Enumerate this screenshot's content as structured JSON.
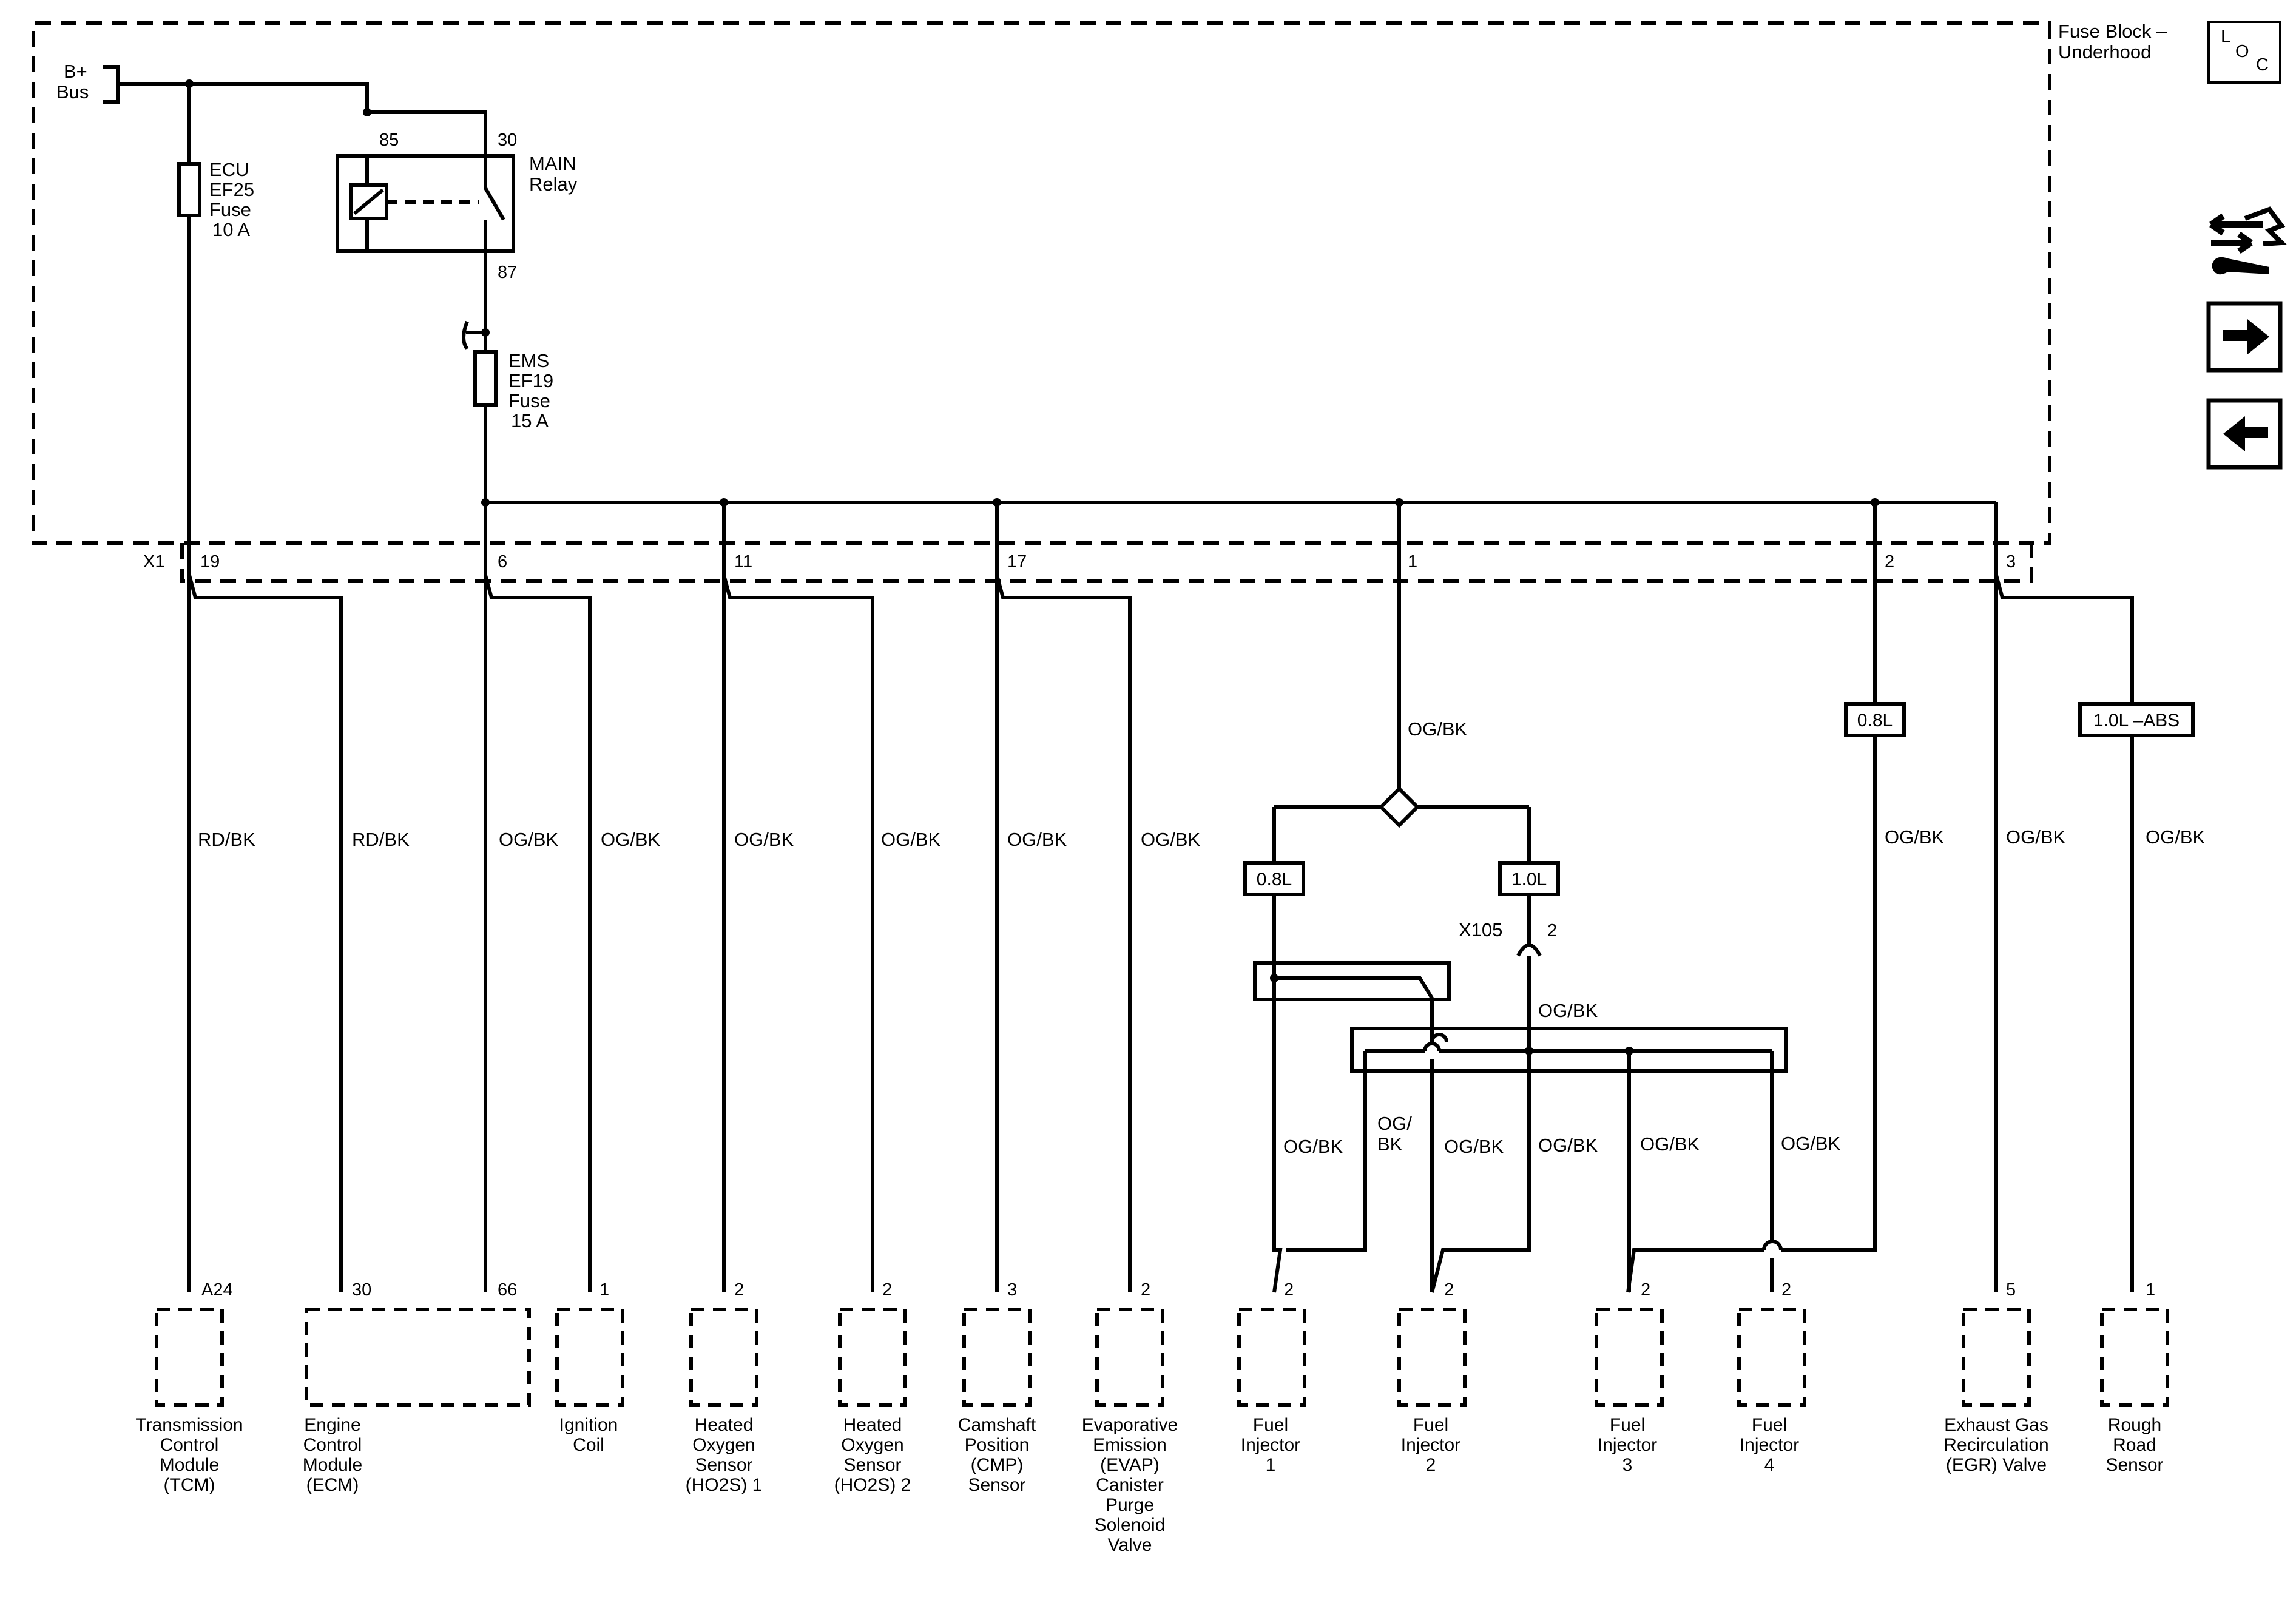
{
  "fuse_block": {
    "title_line1": "Fuse Block –",
    "title_line2": "Underhood"
  },
  "bplus": {
    "line1": "B+",
    "line2": "Bus"
  },
  "ecu_fuse": {
    "line1": "ECU",
    "line2": "EF25",
    "line3": "Fuse",
    "line4": "10 A"
  },
  "ems_fuse": {
    "line1": "EMS",
    "line2": "EF19",
    "line3": "Fuse",
    "line4": "15 A"
  },
  "relay": {
    "line1": "MAIN",
    "line2": "Relay",
    "pin85": "85",
    "pin30": "30",
    "pin87": "87"
  },
  "connector_x1": "X1",
  "x1_pins": {
    "p19": "19",
    "p6": "6",
    "p11": "11",
    "p17": "17",
    "p1": "1",
    "p2": "2",
    "p3": "3"
  },
  "wire_colors": {
    "rd_bk": "RD/BK",
    "og_bk": "OG/BK",
    "og_slash": "OG/",
    "bk": "BK"
  },
  "options": {
    "l08": "0.8L",
    "l10": "1.0L",
    "abs": "1.0L –ABS"
  },
  "x105": {
    "name": "X105",
    "pin": "2"
  },
  "components": [
    {
      "pin": "A24",
      "lines": [
        "Transmission",
        "Control",
        "Module",
        "(TCM)"
      ]
    },
    {
      "pin": "30",
      "pin2": "66",
      "lines": [
        "Engine",
        "Control",
        "Module",
        "(ECM)"
      ]
    },
    {
      "pin": "1",
      "lines": [
        "Ignition",
        "Coil"
      ]
    },
    {
      "pin": "2",
      "lines": [
        "Heated",
        "Oxygen",
        "Sensor",
        "(HO2S) 1"
      ]
    },
    {
      "pin": "2",
      "lines": [
        "Heated",
        "Oxygen",
        "Sensor",
        "(HO2S) 2"
      ]
    },
    {
      "pin": "3",
      "lines": [
        "Camshaft",
        "Position",
        "(CMP)",
        "Sensor"
      ]
    },
    {
      "pin": "2",
      "lines": [
        "Evaporative",
        "Emission",
        "(EVAP)",
        "Canister",
        "Purge",
        "Solenoid",
        "Valve"
      ]
    },
    {
      "pin": "2",
      "lines": [
        "Fuel",
        "Injector",
        "1"
      ]
    },
    {
      "pin": "2",
      "lines": [
        "Fuel",
        "Injector",
        "2"
      ]
    },
    {
      "pin": "2",
      "lines": [
        "Fuel",
        "Injector",
        "3"
      ]
    },
    {
      "pin": "2",
      "lines": [
        "Fuel",
        "Injector",
        "4"
      ]
    },
    {
      "pin": "5",
      "lines": [
        "Exhaust Gas",
        "Recirculation",
        "(EGR) Valve"
      ]
    },
    {
      "pin": "1",
      "lines": [
        "Rough",
        "Road",
        "Sensor"
      ]
    }
  ],
  "nav": {
    "loc": {
      "l": "L",
      "o": "O",
      "c": "C"
    },
    "icons": [
      "service-tools-icon",
      "arrow-right-icon",
      "arrow-left-icon"
    ]
  }
}
